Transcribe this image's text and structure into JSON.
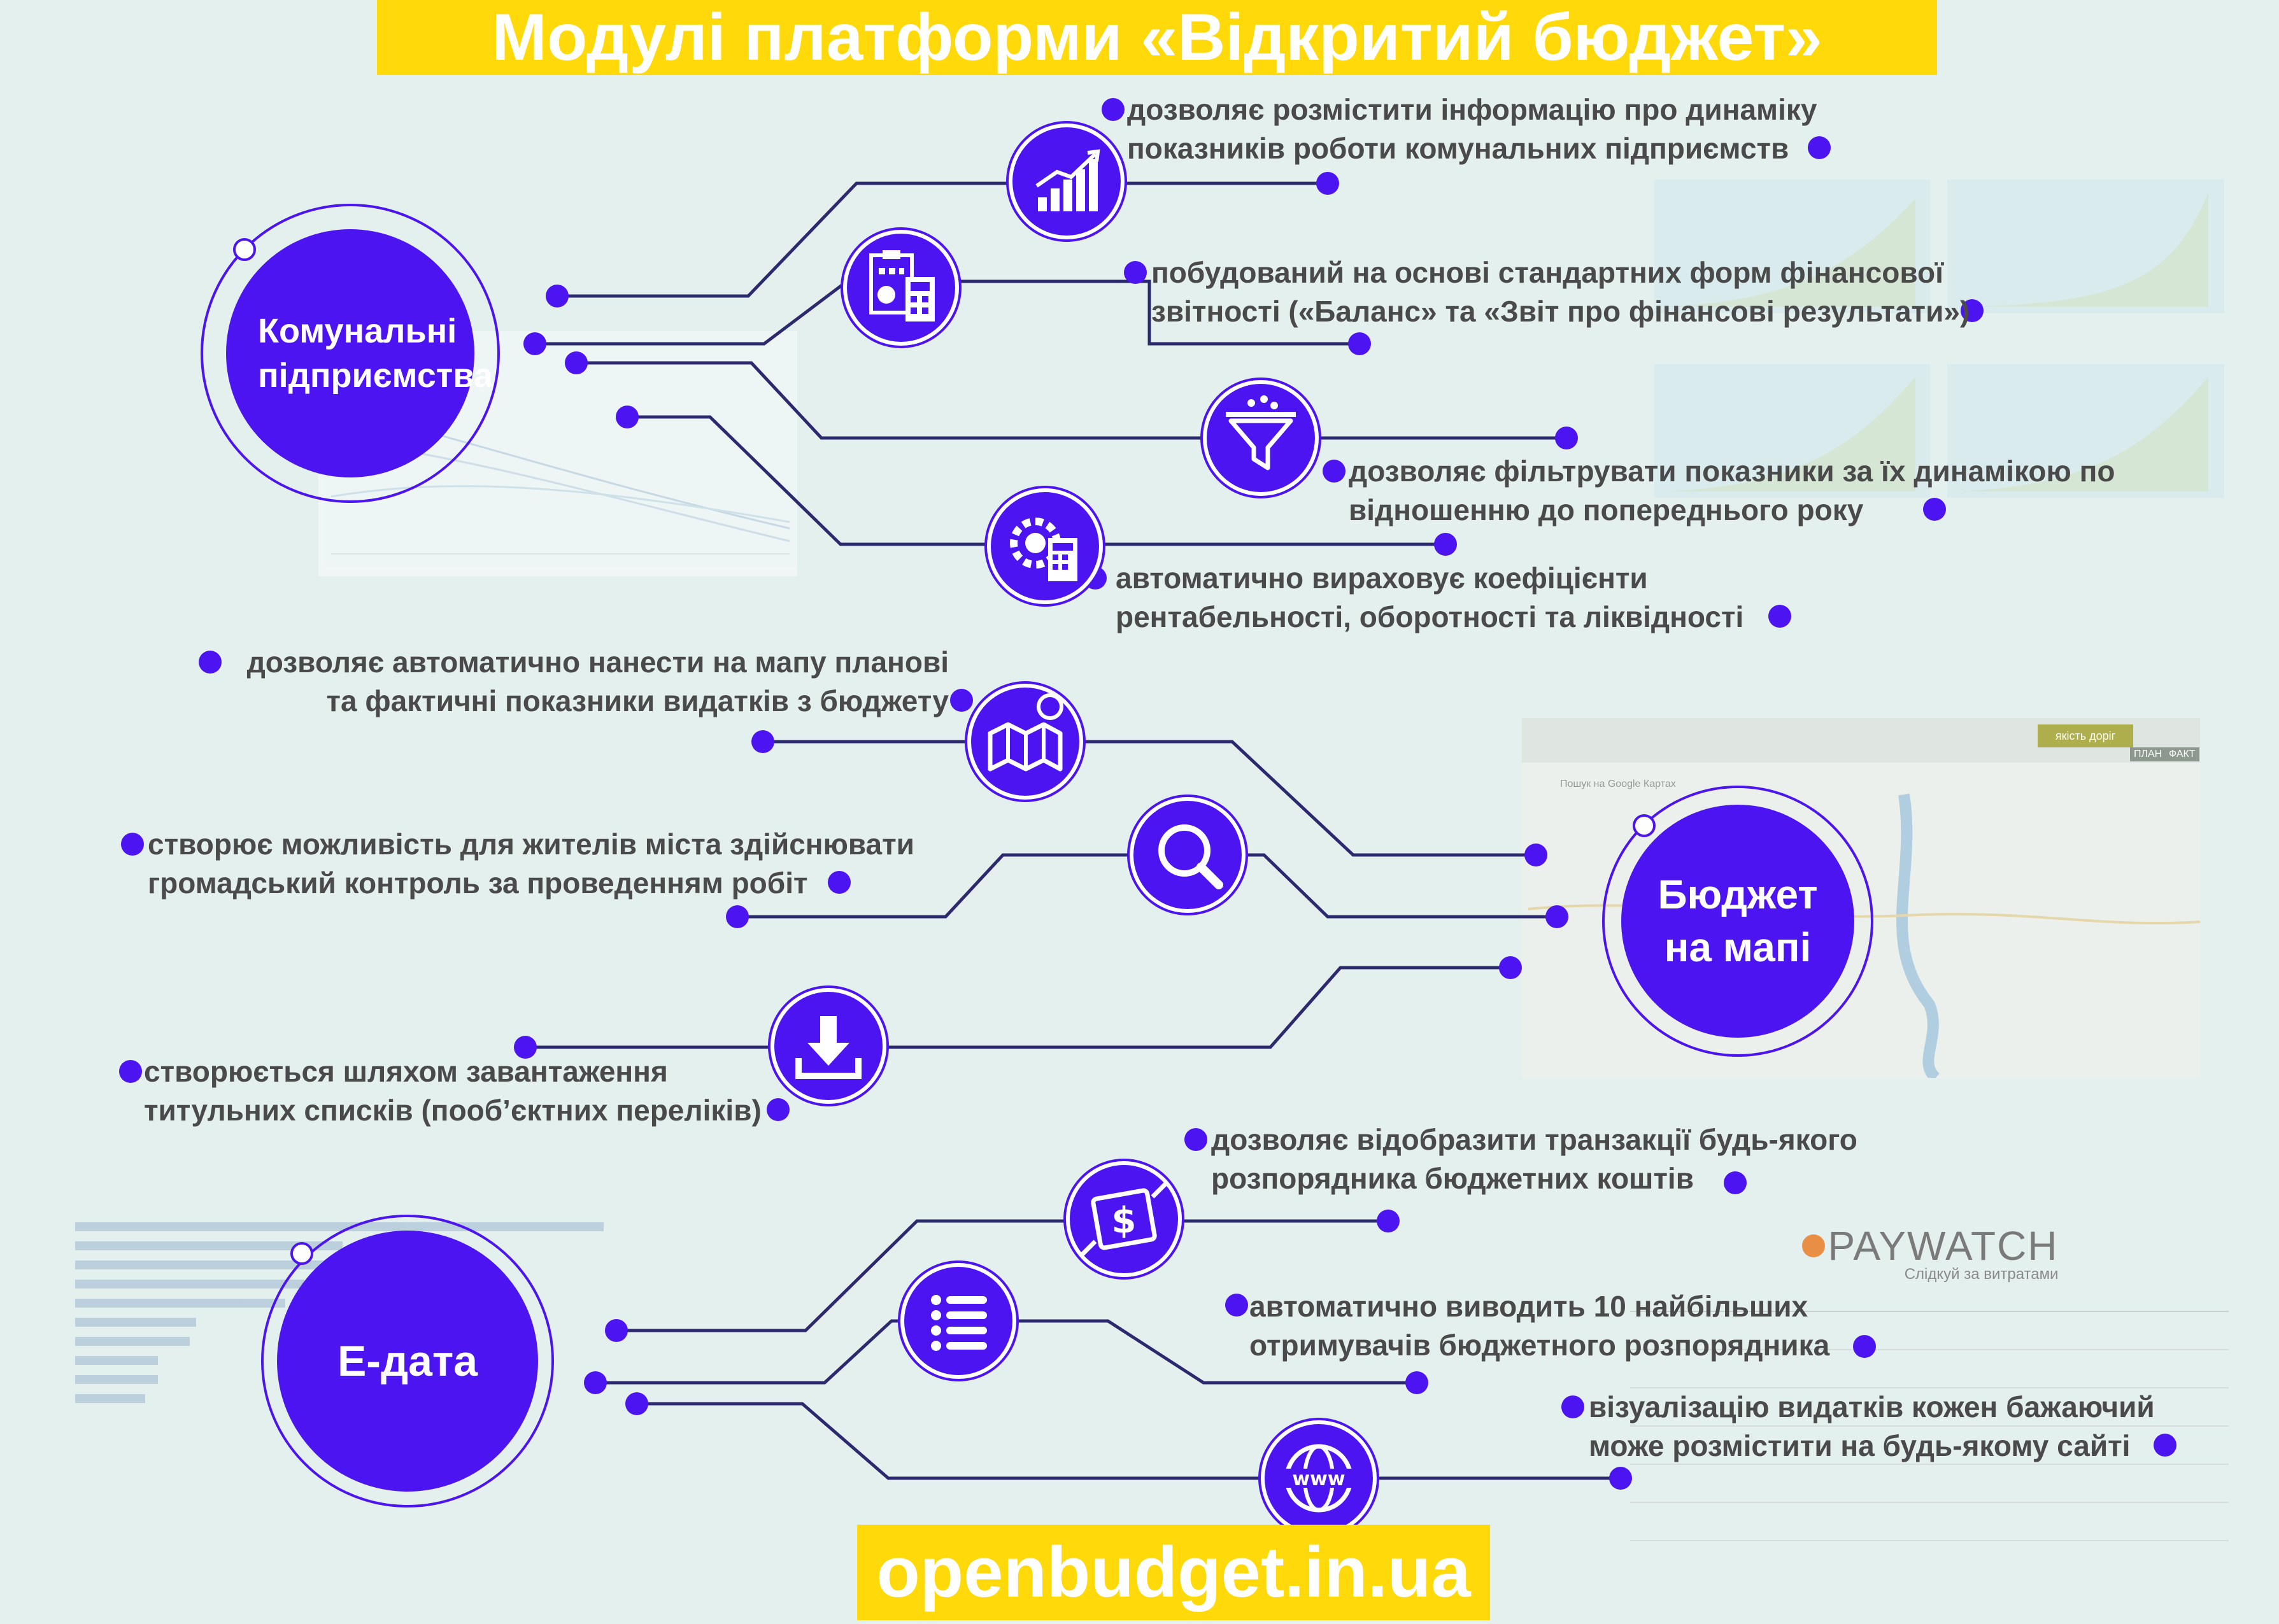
{
  "title": "Модулі платформи «Відкритий бюджет»",
  "footer": "openbudget.in.ua",
  "hubs": {
    "communal": "Комунальні підприємства",
    "map": "Бюджет на мапі",
    "edata": "Е-дата"
  },
  "modules": {
    "communal": [
      {
        "icon": "bar-chart-growth-icon",
        "text": "дозволяє розмістити інформацію про динаміку показників роботи комунальних підприємств"
      },
      {
        "icon": "calculator-report-icon",
        "text": "побудований на основі стандартних форм фінансової звітності («Баланс» та «Звіт про фінансові результати»)"
      },
      {
        "icon": "funnel-filter-icon",
        "text": "дозволяє фільтрувати показники за їх динамікою по відношенню до попереднього року"
      },
      {
        "icon": "gear-calculator-icon",
        "text": "автоматично вираховує коефіцієнти рентабельності, оборотності та ліквідності"
      }
    ],
    "map": [
      {
        "icon": "map-pin-icon",
        "text": "дозволяє автоматично нанести на мапу  планові та фактичні показники видатків з бюджету"
      },
      {
        "icon": "magnifier-icon",
        "text": "створює можливість для жителів міста здійснювати громадський контроль за проведенням робіт"
      },
      {
        "icon": "download-icon",
        "text": "створюється шляхом завантаження титульних списків (пооб’єктних переліків)"
      }
    ],
    "edata": [
      {
        "icon": "money-transfer-icon",
        "text": "дозволяє відобразити транзакції будь-якого розпорядника бюджетних коштів"
      },
      {
        "icon": "list-icon",
        "text": "автоматично виводить 10 найбільших отримувачів бюджетного розпорядника"
      },
      {
        "icon": "www-globe-icon",
        "text": "візуалізацію видатків кожен бажаючий може розмістити на будь-якому сайті"
      }
    ]
  },
  "background": {
    "paywatch_logo": "PAYWATCH",
    "paywatch_tagline": "Слідкуй за витратами",
    "map_search_placeholder": "Пошук на Google Картах",
    "map_tab_plan": "ПЛАН",
    "map_tab_fact": "ФАКТ",
    "map_filter_label": "якість доріг"
  },
  "colors": {
    "accent": "#4c14f0",
    "title_bg": "#ffd90a",
    "line": "#2c2a6e",
    "page_bg": "#e4f0ee"
  }
}
